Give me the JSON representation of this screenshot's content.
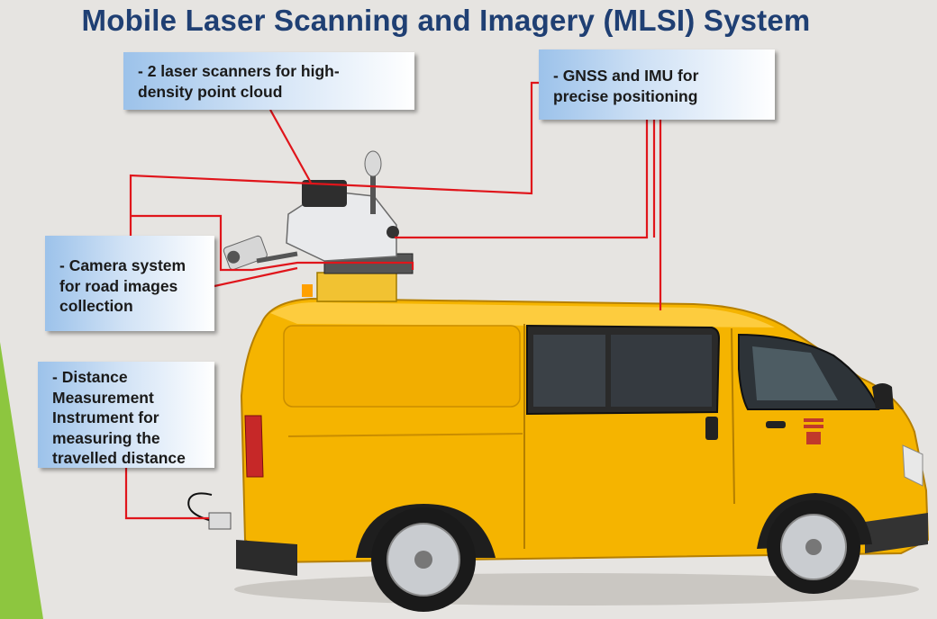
{
  "title": "Mobile Laser Scanning and Imagery (MLSI) System",
  "callouts": {
    "laser": "- 2 laser scanners for high-\ndensity point cloud",
    "gnss": "- GNSS and IMU for\nprecise positioning",
    "camera": "- Camera system\nfor road images\ncollection",
    "dmi": "- Distance\nMeasurement\nInstrument for\nmeasuring the\ntravelled distance"
  },
  "colors": {
    "title": "#1f3f73",
    "leader_line": "#e0151b",
    "van_body": "#f5b400",
    "accent_stripe": "#8dc63f"
  }
}
